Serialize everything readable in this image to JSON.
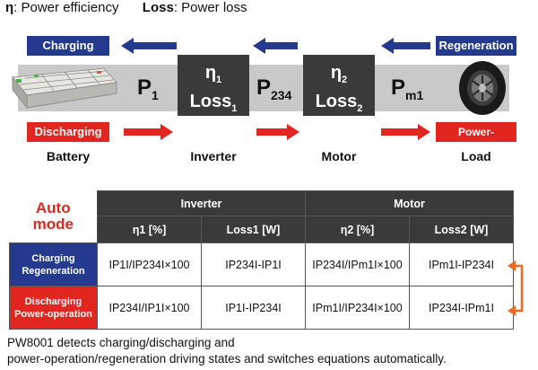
{
  "legend": {
    "eta_symbol": "η",
    "eta_text": ": Power efficiency",
    "loss_label": "Loss",
    "loss_text": ": Power loss"
  },
  "flow": {
    "charging_label": "Charging",
    "discharging_label": "Discharging",
    "regeneration_label": "Regeneration",
    "power_operation_label": "Power-operation",
    "p1": "P",
    "p1_sub": "1",
    "p234": "P",
    "p234_sub": "234",
    "pm1": "P",
    "pm1_sub": "m1",
    "inverter_box_eta": "η",
    "inverter_box_eta_sub": "1",
    "inverter_box_loss": "Loss",
    "inverter_box_loss_sub": "1",
    "motor_box_eta": "η",
    "motor_box_eta_sub": "2",
    "motor_box_loss": "Loss",
    "motor_box_loss_sub": "2",
    "battery_caption": "Battery",
    "inverter_caption": "Inverter",
    "motor_caption": "Motor",
    "load_caption": "Load"
  },
  "table": {
    "auto_mode": [
      "Auto",
      "mode"
    ],
    "group_headers": [
      "Inverter",
      "Motor"
    ],
    "column_headers": [
      "η1 [%]",
      "Loss1 [W]",
      "η2 [%]",
      "Loss2 [W]"
    ],
    "rows": [
      {
        "label": [
          "Charging",
          "Regeneration"
        ],
        "cells": [
          "IP1I/IP234I×100",
          "IP234I-IP1I",
          "IP234I/IPm1I×100",
          "IPm1I-IP234I"
        ]
      },
      {
        "label": [
          "Discharging",
          "Power-operation"
        ],
        "cells": [
          "IP234I/IP1I×100",
          "IP1I-IP234I",
          "IPm1I/IP234I×100",
          "IP234I-IPm1I"
        ]
      }
    ]
  },
  "note": [
    "PW8001 detects charging/discharging and",
    "power-operation/regeneration driving states and switches equations automatically."
  ],
  "colors": {
    "blue": "#233a8f",
    "red": "#e0261f",
    "dark": "#3a3a3a",
    "band": "#c9c9c9"
  }
}
